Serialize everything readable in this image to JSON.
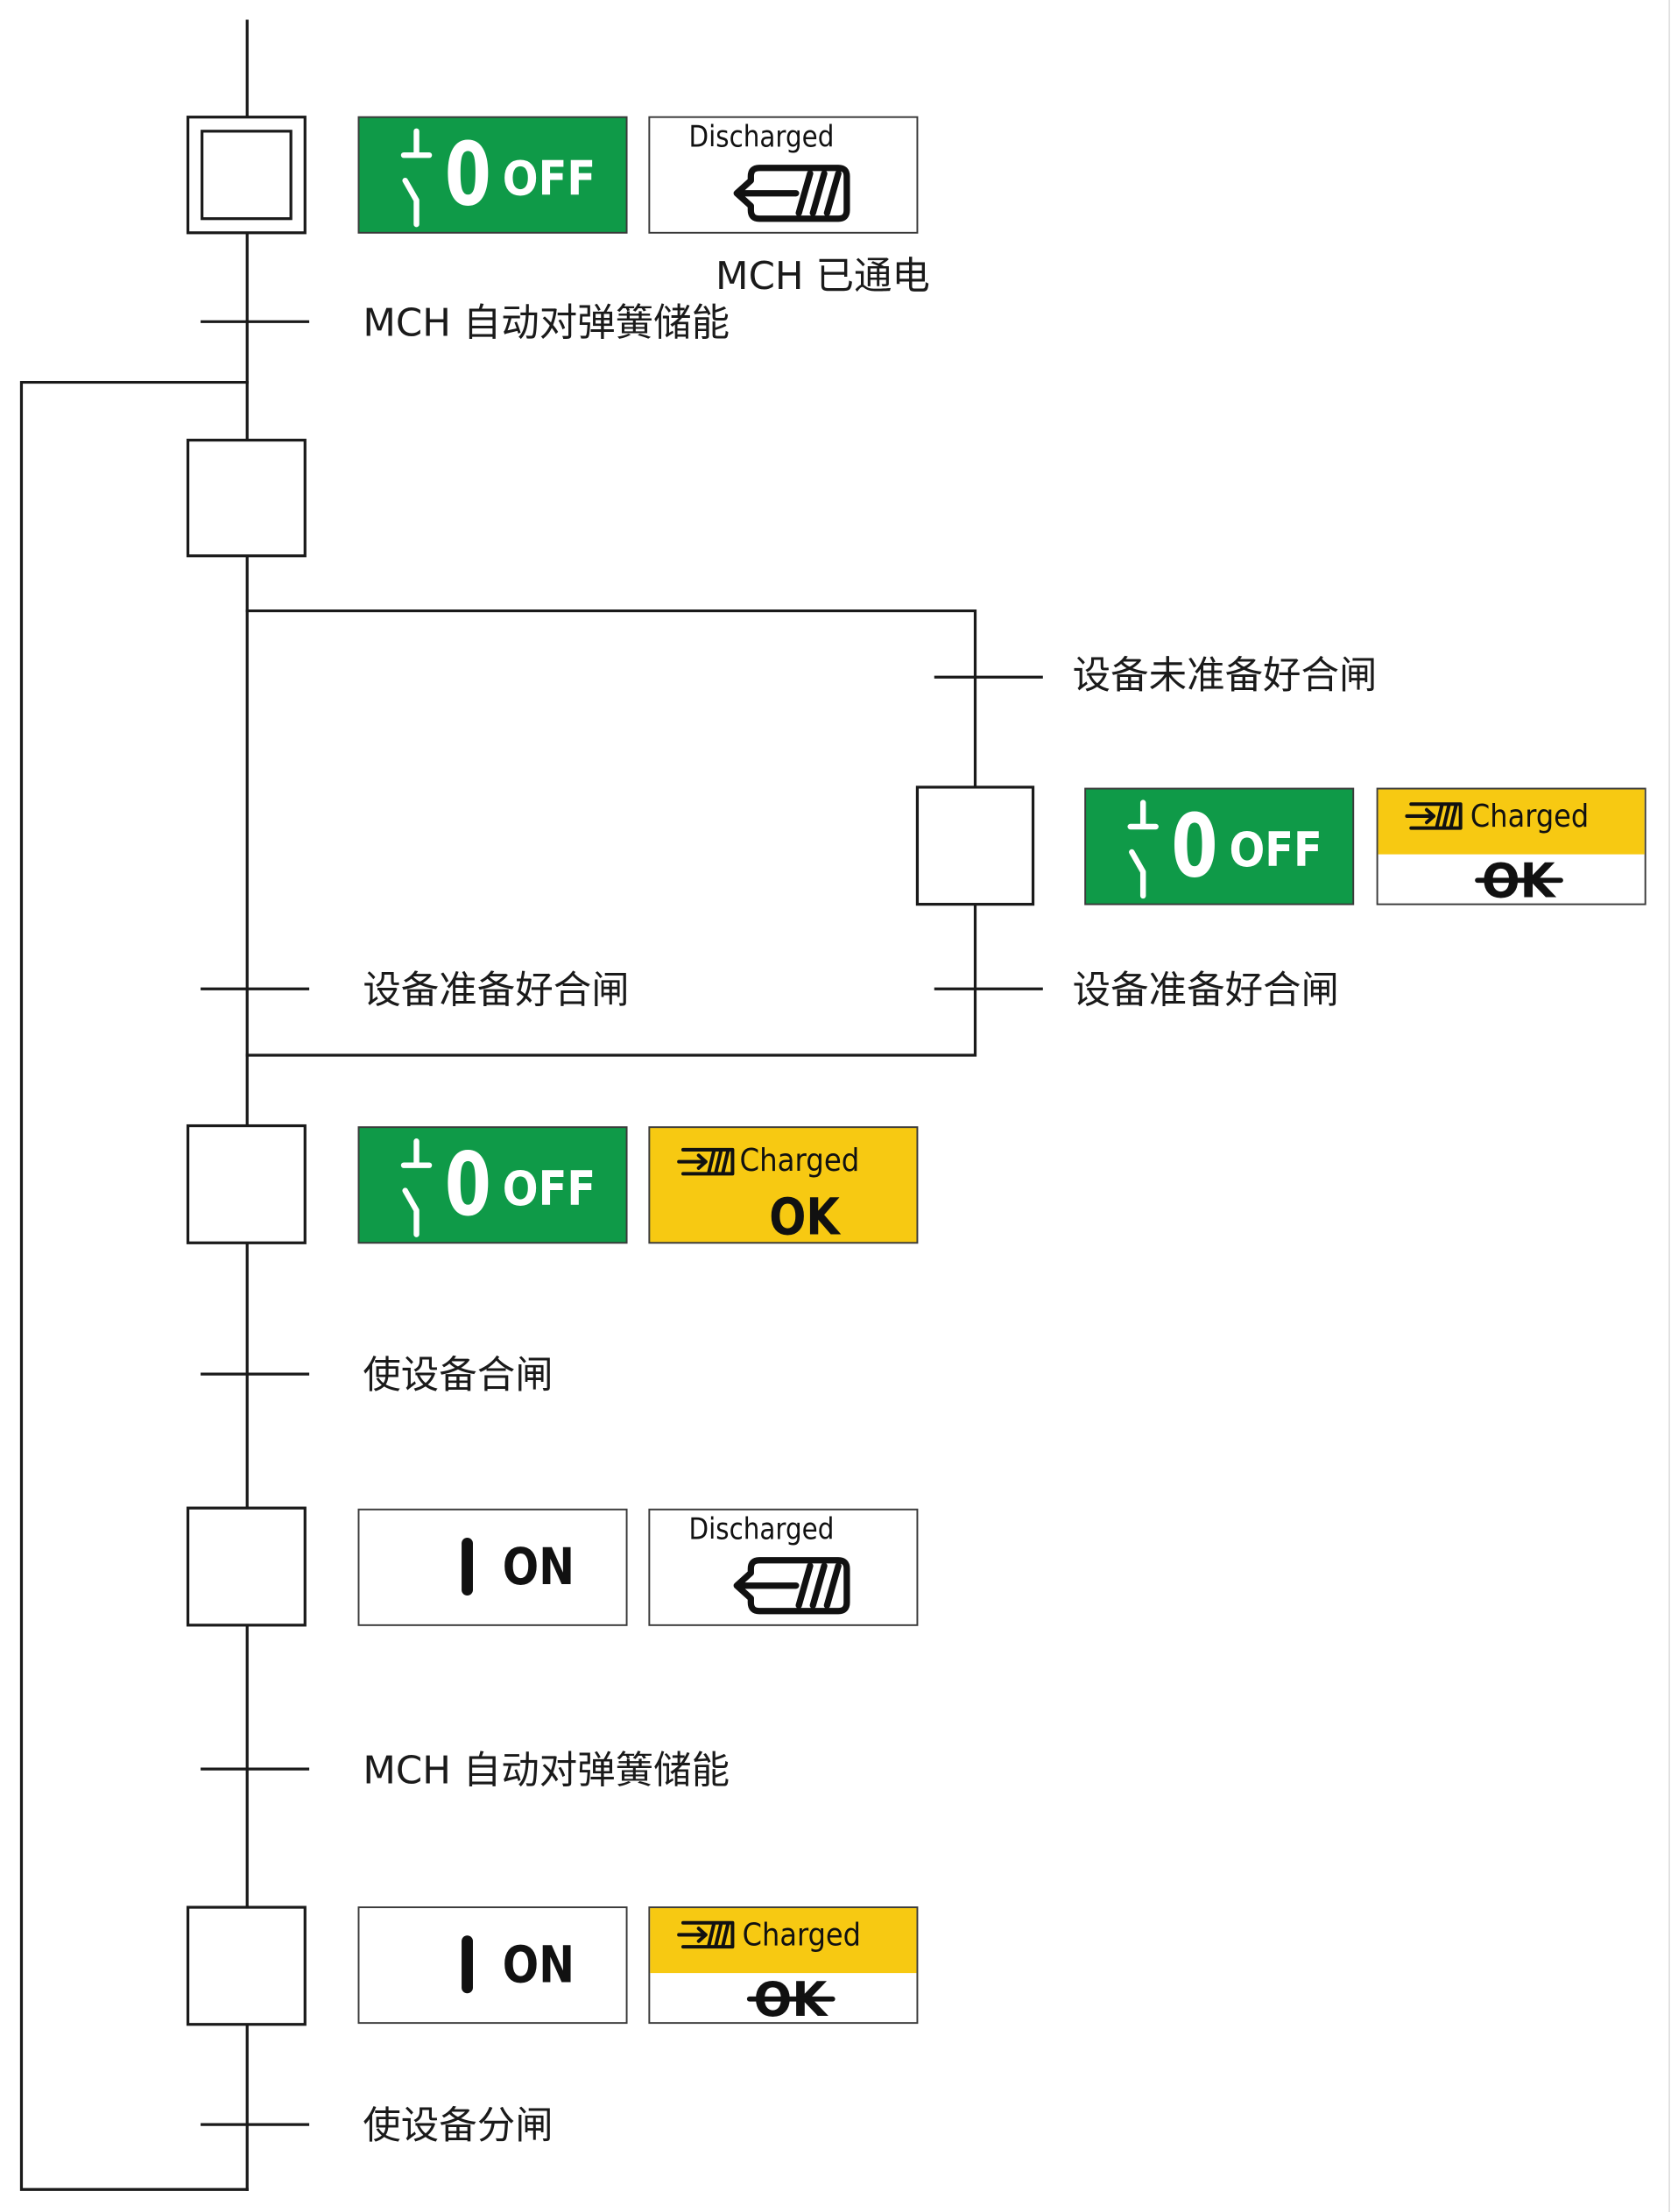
{
  "colors": {
    "off_green": "#0f9a48",
    "charged_yellow": "#f7c912",
    "line": "#1a1a1a"
  },
  "icons": {
    "disconnector": "disconnector-open-icon",
    "closed_contact": "contact-closed-bar-icon",
    "spring_discharged": "spring-discharged-icon",
    "spring_charged": "spring-charged-icon"
  },
  "steps": {
    "initial_step": {
      "main": {
        "symbol": "0",
        "text": "OFF"
      },
      "spring": {
        "text": "Discharged"
      },
      "note": "MCH 已通电"
    },
    "branch_step": {
      "main": {
        "symbol": "0",
        "text": "OFF"
      },
      "spring": {
        "text": "Charged",
        "ready": "OK",
        "ready_crossed_out": true
      }
    },
    "step_3": {
      "main": {
        "symbol": "0",
        "text": "OFF"
      },
      "spring": {
        "text": "Charged",
        "ready": "OK",
        "ready_crossed_out": false
      }
    },
    "step_4": {
      "main": {
        "text": "ON"
      },
      "spring": {
        "text": "Discharged"
      }
    },
    "step_5": {
      "main": {
        "text": "ON"
      },
      "spring": {
        "text": "Charged",
        "ready": "OK",
        "ready_crossed_out": true
      }
    }
  },
  "transitions": {
    "after_initial": "MCH 自动对弹簧储能",
    "branch_not_ready": "设备未准备好合闸",
    "main_ready": "设备准备好合闸",
    "branch_ready": "设备准备好合闸",
    "close_device": "使设备合闸",
    "recharge_spring": "MCH 自动对弹簧储能",
    "open_device": "使设备分闸"
  }
}
